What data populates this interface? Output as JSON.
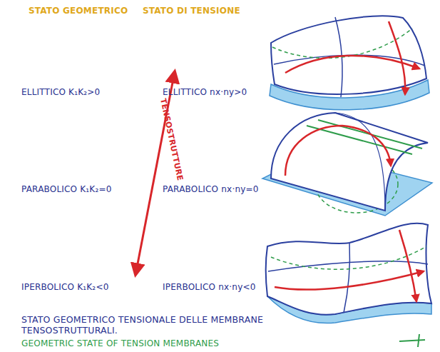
{
  "diagram": {
    "caption": "STATO GEOMETRICO TENSIONALE DELLE MEMBRANE TENSOSTRUTTURALI.",
    "labels": [
      "STATO GEOMETRICO",
      "STATO DI TENSIONE",
      "ELLITTICO K₁K₂>0",
      "ELLITTICO nx·ny>0",
      "PARABOLICO K₁K₂=0",
      "PARABOLICO nx·ny=0",
      "IPERBOLICO K₁K₂<0",
      "IPERBOLICO nx·ny<0",
      "TENSOSTRUTTURE",
      "GEOMETRIC STATE OF TENSION MEMBRANES"
    ]
  }
}
